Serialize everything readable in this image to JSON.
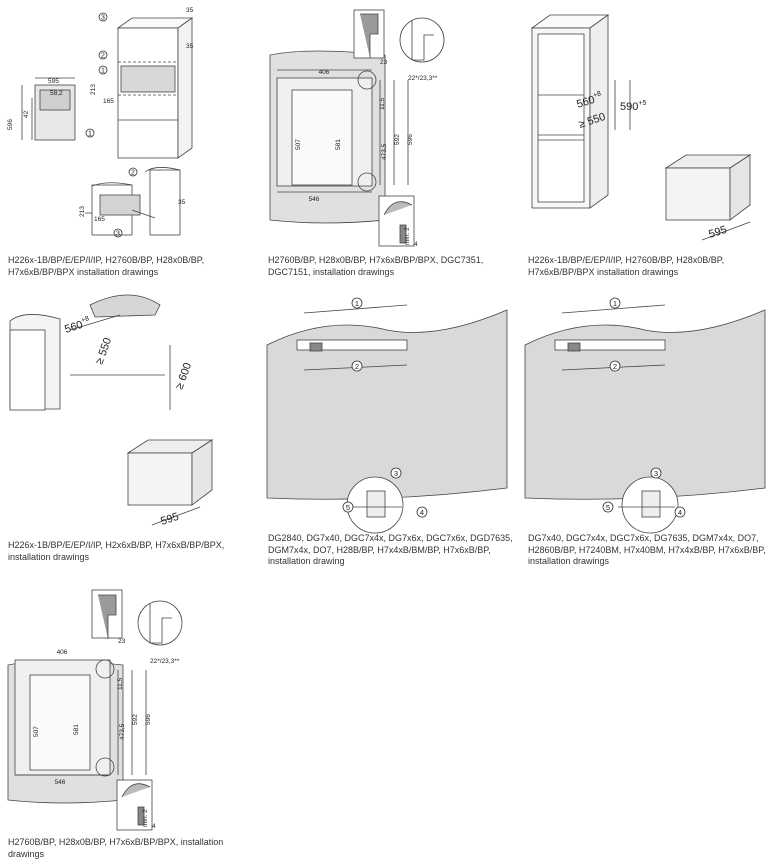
{
  "captions": {
    "c1": "H226x-1B/BP/E/EP/I/IP, H2760B/BP, H28x0B/BP, H7x6xB/BP/BPX installation drawings",
    "c2": "H2760B/BP, H28x0B/BP, H7x6xB/BP/BPX, DGC7351, DGC7151, installation drawings",
    "c3": "H226x-1B/BP/E/EP/I/IP, H2760B/BP, H28x0B/BP, H7x6xB/BP/BPX installation drawings",
    "c4": "H226x-1B/BP/E/EP/I/IP, H2x6xB/BP, H7x6xB/BP/BPX, installation drawings",
    "c5": "DG2840, DG7x40, DGC7x4x, DG7x6x, DGC7x6x, DGD7635, DGM7x4x, DO7, H28B/BP, H7x4xB/BM/BP, H7x6xB/BP, installation drawing",
    "c6": "DG7x40, DGC7x4x, DGC7x6x, DG7635, DGM7x4x, DO7, H2860B/BP, H7240BM, H7x40BM, H7x4xB/BP, H7x6xB/BP, installation drawings",
    "c7": "H2760B/BP, H28x0B/BP, H7x6xB/BP/BPX, installation drawings"
  },
  "d1": {
    "n1": "1",
    "n2": "2",
    "n3": "3",
    "d35a": "35",
    "d35b": "35",
    "d35c": "35",
    "d595": "595",
    "d582": "58,2",
    "d596": "596",
    "d42": "42",
    "d213": "213",
    "d165": "165",
    "d213b": "213",
    "d165b": "165"
  },
  "d2": {
    "d406": "406",
    "d115": "11,5",
    "d507": "507",
    "d581": "581",
    "d4735": "473,5",
    "d592": "592",
    "d596": "596",
    "d546": "546",
    "d23": "23",
    "d2223": "22*/23,3**",
    "dmin2": "min. 2",
    "d4": "4"
  },
  "d3": {
    "d560": "560",
    "d560sup": "+8",
    "d590": "590",
    "d590sup": "+5",
    "d550": "≥ 550",
    "d595": "595"
  },
  "d4": {
    "d560": "560",
    "d560sup": "+8",
    "d550": "≥ 550",
    "d600": "≥ 600",
    "d595": "595"
  },
  "d5": {
    "n1": "1",
    "n2": "2",
    "n3": "3",
    "n4": "4",
    "n5": "5"
  },
  "d6": {
    "n1": "1",
    "n2": "2",
    "n3": "3",
    "n4": "4",
    "n5": "5"
  },
  "d7": {
    "d406": "406",
    "d115": "11,5",
    "d507": "507",
    "d581": "581",
    "d4735": "473,5",
    "d592": "592",
    "d596": "596",
    "d546": "546",
    "d23": "23",
    "d2223": "22*/23,3**",
    "dmin2": "min. 2",
    "d4": "4"
  }
}
